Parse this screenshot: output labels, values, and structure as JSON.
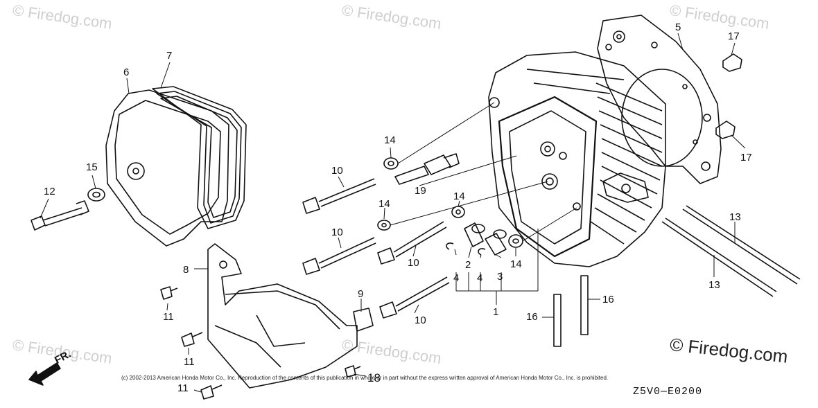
{
  "watermark_text": "© Firedog.com",
  "brand_text": "© Firedog.com",
  "copyright_text": "(c) 2002-2013 American Honda Motor Co., Inc. Reproduction of the contents of this publication in whole or in part without the express written approval of American Honda Motor Co., Inc. is prohibited.",
  "diagram_code": "Z5V0—E0200",
  "front_label": "FR.",
  "callouts": {
    "c1": "1",
    "c2": "2",
    "c3": "3",
    "c4a": "4",
    "c4b": "4",
    "c5": "5",
    "c6": "6",
    "c7": "7",
    "c8": "8",
    "c9": "9",
    "c10a": "10",
    "c10b": "10",
    "c10c": "10",
    "c10d": "10",
    "c11a": "11",
    "c11b": "11",
    "c11c": "11",
    "c12": "12",
    "c13a": "13",
    "c13b": "13",
    "c14a": "14",
    "c14b": "14",
    "c14c": "14",
    "c14d": "14",
    "c15": "15",
    "c16a": "16",
    "c16b": "16",
    "c17a": "17",
    "c17b": "17",
    "c18": "18",
    "c19": "19"
  }
}
